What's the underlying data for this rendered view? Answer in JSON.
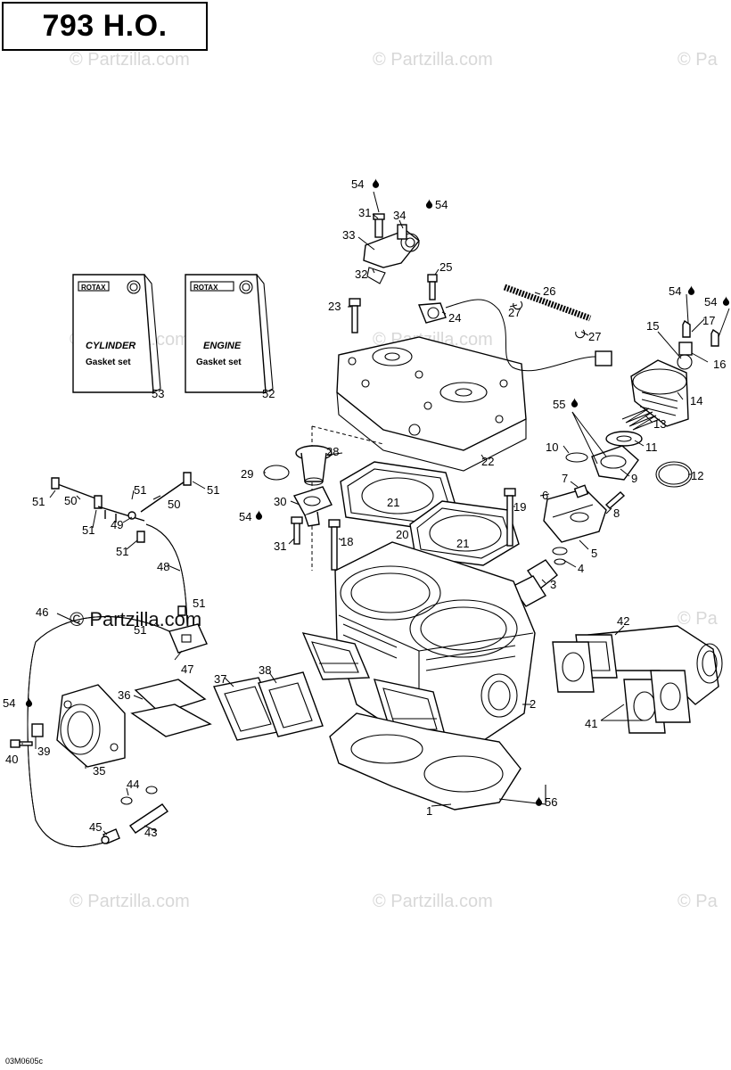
{
  "title": "793 H.O.",
  "diagram_code": "03M0605c",
  "watermark": "© Partzilla.com",
  "watermark_partial": "© Pa",
  "gasket_sets": [
    {
      "brand": "ROTAX",
      "line1": "CYLINDER",
      "line2": "Gasket set",
      "ref": "53"
    },
    {
      "brand": "ROTAX",
      "line1": "ENGINE",
      "line2": "Gasket set",
      "ref": "52"
    }
  ],
  "callouts": {
    "c1": "1",
    "c2": "2",
    "c3": "3",
    "c4": "4",
    "c5": "5",
    "c6": "6",
    "c7": "7",
    "c8": "8",
    "c9": "9",
    "c10": "10",
    "c11": "11",
    "c12": "12",
    "c13": "13",
    "c14": "14",
    "c15": "15",
    "c16": "16",
    "c17": "17",
    "c18": "18",
    "c19": "19",
    "c20": "20",
    "c21a": "21",
    "c21b": "21",
    "c22": "22",
    "c23": "23",
    "c24": "24",
    "c25": "25",
    "c26": "26",
    "c27a": "27",
    "c27b": "27",
    "c28": "28",
    "c29": "29",
    "c30": "30",
    "c31a": "31",
    "c31b": "31",
    "c32": "32",
    "c33": "33",
    "c34": "34",
    "c35": "35",
    "c36": "36",
    "c37": "37",
    "c38": "38",
    "c39": "39",
    "c40": "40",
    "c41": "41",
    "c42": "42",
    "c43": "43",
    "c44": "44",
    "c45": "45",
    "c46": "46",
    "c47": "47",
    "c48": "48",
    "c49": "49",
    "c50a": "50",
    "c50b": "50",
    "c51a": "51",
    "c51b": "51",
    "c51c": "51",
    "c51d": "51",
    "c51e": "51",
    "c51f": "51",
    "c51g": "51",
    "c54a": "54",
    "c54b": "54",
    "c54c": "54",
    "c54d": "54",
    "c54e": "54",
    "c54f": "54",
    "c55": "55",
    "c56": "56"
  }
}
